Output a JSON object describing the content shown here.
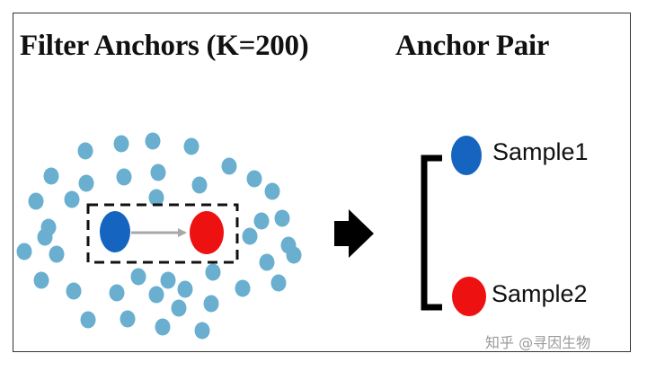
{
  "titles": {
    "filter_anchors": "Filter Anchors  (K=200)",
    "anchor_pair": "Anchor  Pair"
  },
  "samples": [
    {
      "label": "Sample1",
      "color": "#1565c0"
    },
    {
      "label": "Sample2",
      "color": "#ee1111"
    }
  ],
  "colors": {
    "point": "#6aafcf",
    "arrow_link": "#a8a8a8",
    "big_arrow": "#000000",
    "bracket": "#000000"
  },
  "watermark": "知乎 @寻因生物"
}
